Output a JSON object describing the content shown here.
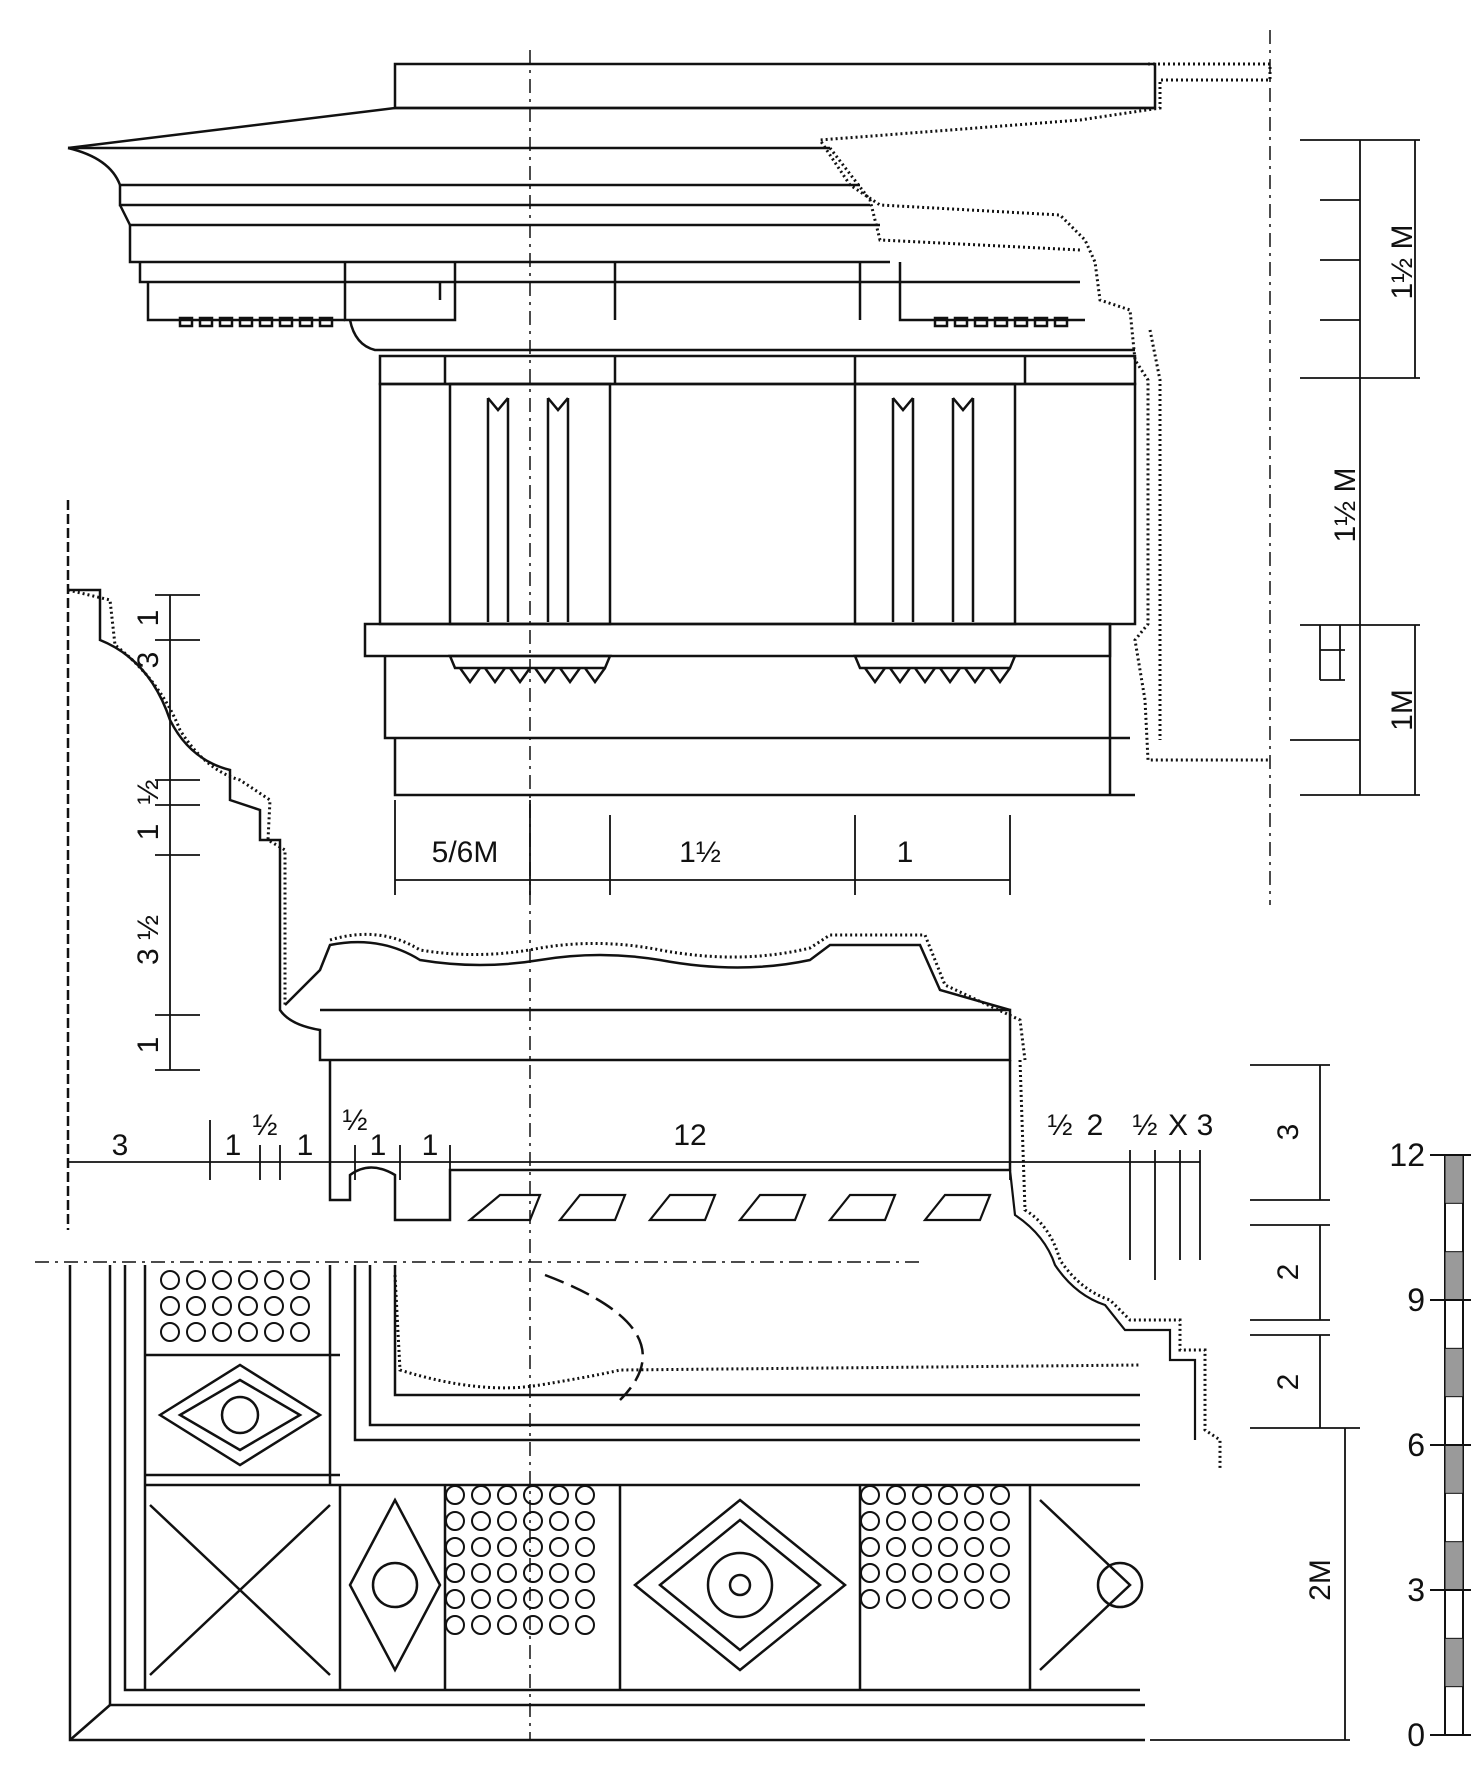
{
  "title": "",
  "entablature": {
    "top_dims": [
      "1½ M",
      "1½ M",
      "1M"
    ],
    "bottom_dims": [
      "5/6M",
      "1½",
      "1"
    ]
  },
  "cornice_profile": {
    "left_dims": [
      "1",
      "3",
      "½",
      "1",
      "3 ½",
      "1"
    ],
    "horizontal_dims": [
      "3",
      "1",
      "½",
      "1",
      "½",
      "1",
      "1",
      "12",
      "½",
      "2",
      "½",
      "X",
      "3"
    ]
  },
  "right_dims": [
    "3",
    "2",
    "2",
    "2M"
  ],
  "scale": {
    "labels": [
      "12",
      "9",
      "6",
      "3",
      "0"
    ],
    "segments": 12
  }
}
